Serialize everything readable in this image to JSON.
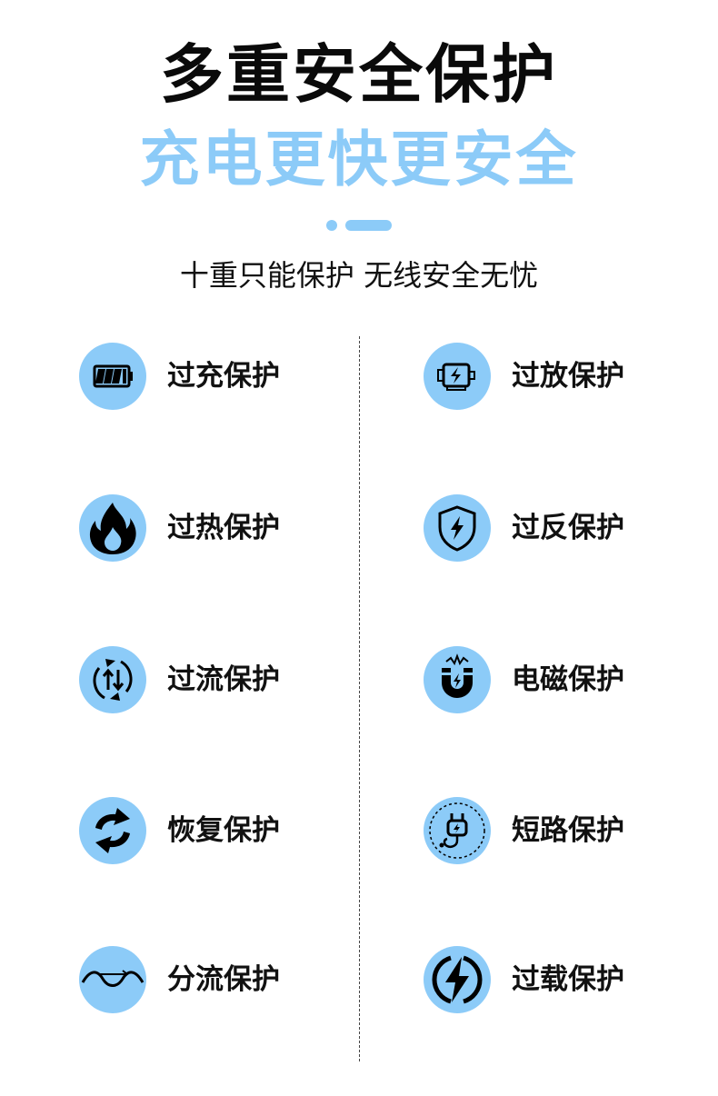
{
  "header": {
    "title": "多重安全保护",
    "subtitle": "充电更快更安全",
    "tagline": "十重只能保护 无线安全无忧"
  },
  "colors": {
    "accent": "#8ccbf8",
    "text": "#111111"
  },
  "features": [
    {
      "label": "过充保护",
      "icon": "battery-full-icon"
    },
    {
      "label": "过放保护",
      "icon": "battery-charging-icon"
    },
    {
      "label": "过热保护",
      "icon": "flame-icon"
    },
    {
      "label": "过反保护",
      "icon": "shield-bolt-icon"
    },
    {
      "label": "过流保护",
      "icon": "current-arrows-icon"
    },
    {
      "label": "电磁保护",
      "icon": "magnet-icon"
    },
    {
      "label": "恢复保护",
      "icon": "refresh-icon"
    },
    {
      "label": "短路保护",
      "icon": "plug-icon"
    },
    {
      "label": "分流保护",
      "icon": "wave-icon"
    },
    {
      "label": "过载保护",
      "icon": "lightning-circle-icon"
    }
  ]
}
